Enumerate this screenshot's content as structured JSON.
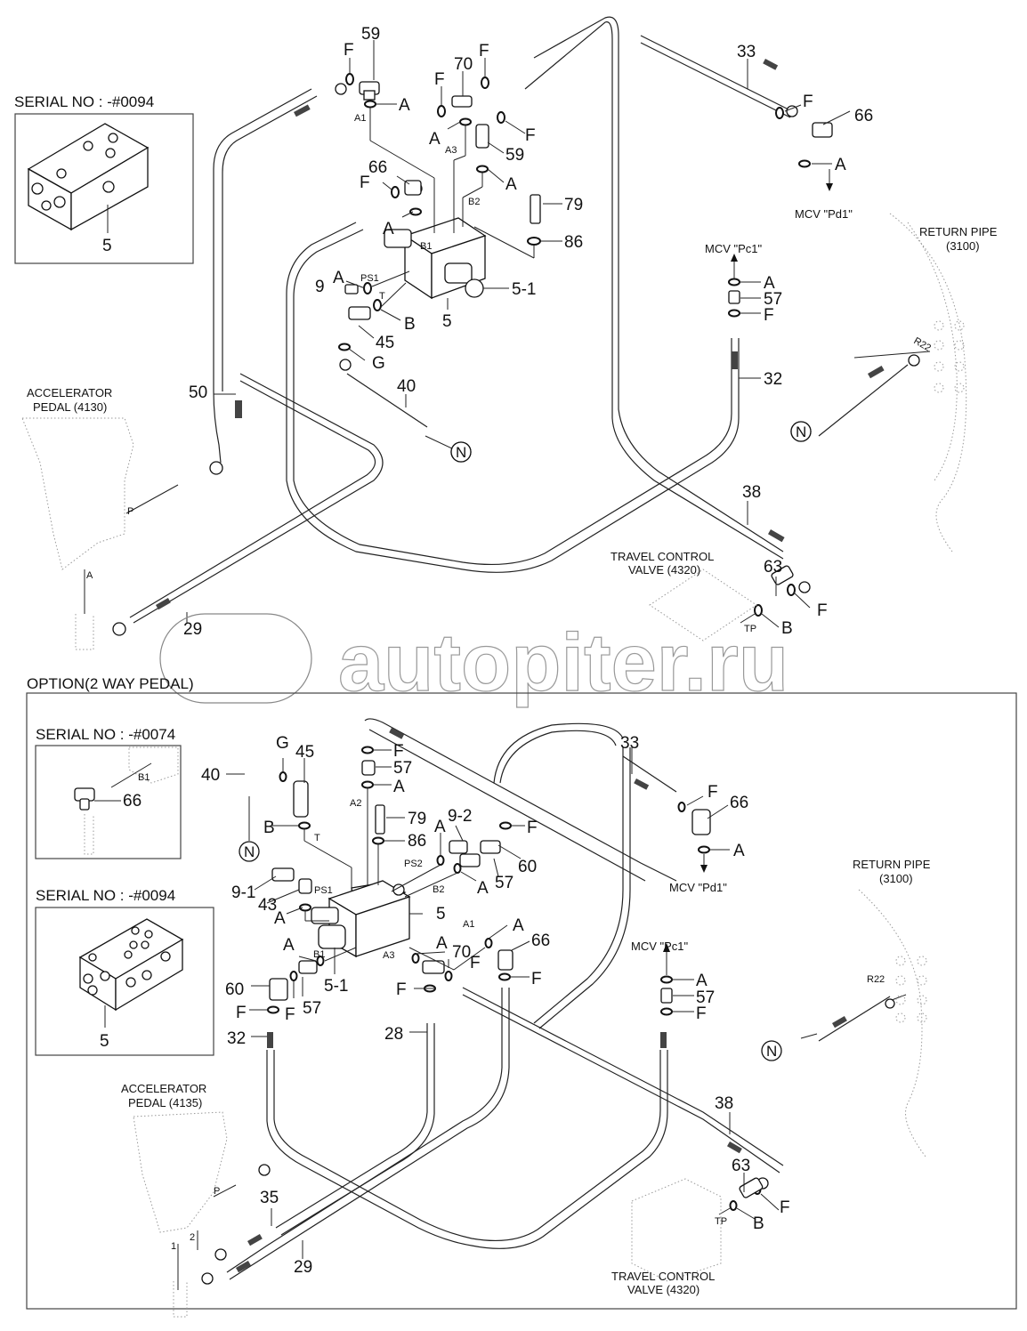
{
  "diagram": {
    "top": {
      "serial_box": {
        "title": "SERIAL NO : -#0094",
        "part": "5"
      },
      "labels": {
        "p59a": "59",
        "fa1": "F",
        "aa1": "A",
        "port_a1": "A1",
        "p70": "70",
        "f70a": "F",
        "f70b": "F",
        "a70": "A",
        "port_a3": "A3",
        "p59b": "59",
        "f59b": "F",
        "a59b": "A",
        "p66": "66",
        "f66": "F",
        "a66": "A",
        "port_b1": "B1",
        "port_b2": "B2",
        "p79": "79",
        "p86": "86",
        "p5_1": "5-1",
        "p5": "5",
        "p9": "9",
        "a9": "A",
        "port_ps1": "PS1",
        "port_t": "T",
        "b45": "B",
        "p45": "45",
        "g40": "G",
        "p40": "40",
        "n_ref": "N",
        "p33": "33",
        "f33": "F",
        "p66r": "66",
        "a66r": "A",
        "mcv_pd1": "MCV \"Pd1\"",
        "mcv_pc1": "MCV \"Pc1\"",
        "a57": "A",
        "p57": "57",
        "f57": "F",
        "p32": "32",
        "return_pipe_1": "RETURN PIPE",
        "return_pipe_2": "(3100)",
        "r22": "R22",
        "n_ref2": "N",
        "accel_1": "ACCELERATOR",
        "accel_2": "PEDAL (4130)",
        "port_p": "P",
        "port_a": "A",
        "p50": "50",
        "p29": "29",
        "p38": "38",
        "p63": "63",
        "f63": "F",
        "b63": "B",
        "port_tp": "TP",
        "travel_1": "TRAVEL CONTROL",
        "travel_2": "VALVE (4320)"
      }
    },
    "option": {
      "title": "OPTION(2 WAY PEDAL)",
      "serial_box_1": {
        "title": "SERIAL NO : -#0074",
        "part": "66",
        "port": "B1"
      },
      "serial_box_2": {
        "title": "SERIAL NO : -#0094",
        "part": "5"
      },
      "labels": {
        "p40": "40",
        "g": "G",
        "p45": "45",
        "b45": "B",
        "port_t": "T",
        "n_ref": "N",
        "f_top": "F",
        "p57_top": "57",
        "a_top": "A",
        "port_a2": "A2",
        "p79": "79",
        "p86": "86",
        "a92": "A",
        "p9_2": "9-2",
        "port_ps2": "PS2",
        "f60": "F",
        "p60r": "60",
        "p57r": "57",
        "a57r": "A",
        "port_b2": "B2",
        "p9_1": "9-1",
        "p43": "43",
        "port_ps1": "PS1",
        "a43": "A",
        "p5": "5",
        "port_a1": "A1",
        "a66": "A",
        "p66": "66",
        "f66": "F",
        "a_b1": "A",
        "port_b1": "B1",
        "p5_1": "5-1",
        "a70": "A",
        "p70": "70",
        "f70": "F",
        "port_a3": "A3",
        "f28": "F",
        "p28": "28",
        "p60": "60",
        "f60b": "F",
        "f57b": "F",
        "p57b": "57",
        "p32": "32",
        "p33": "33",
        "f33": "F",
        "p66r": "66",
        "a66r": "A",
        "mcv_pd1": "MCV  \"Pd1\"",
        "mcv_pc1": "MCV  \"Pc1\"",
        "a_pc1": "A",
        "p57_pc1": "57",
        "f_pc1": "F",
        "return_pipe_1": "RETURN PIPE",
        "return_pipe_2": "(3100)",
        "r22": "R22",
        "n_ref2": "N",
        "accel_1": "ACCELERATOR",
        "accel_2": "PEDAL (4135)",
        "port_p": "P",
        "port_1": "1",
        "port_2": "2",
        "p35": "35",
        "p29": "29",
        "p38": "38",
        "p63": "63",
        "f63": "F",
        "b63": "B",
        "port_tp": "TP",
        "travel_1": "TRAVEL CONTROL",
        "travel_2": "VALVE (4320)"
      }
    },
    "watermark": "autopiter.ru"
  }
}
